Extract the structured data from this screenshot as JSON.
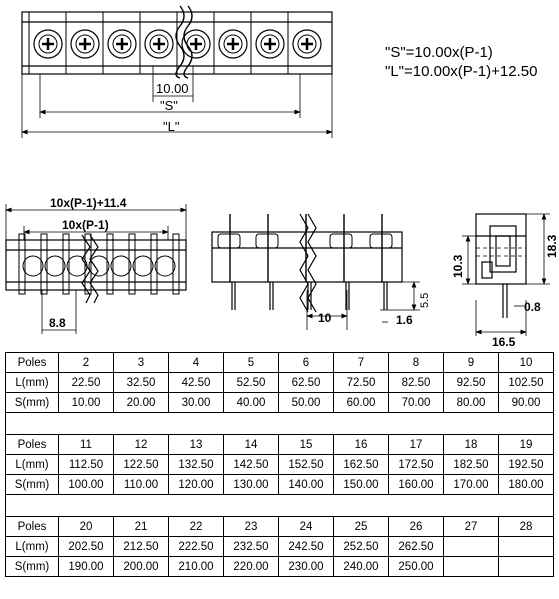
{
  "formulas": {
    "s": "\"S\"=10.00x(P-1)",
    "l": "\"L\"=10.00x(P-1)+12.50"
  },
  "top_view": {
    "pitch": "10.00",
    "s_label": "\"S\"",
    "l_label": "\"L\""
  },
  "front_view": {
    "overall": "10x(P-1)+11.4",
    "span": "10x(P-1)",
    "width": "8.8"
  },
  "side_view": {
    "pitch": "10",
    "pin_len": "5.5",
    "pin_w": "1.6"
  },
  "end_view": {
    "h1": "10.3",
    "h2": "18.3",
    "t": "0.8",
    "w": "16.5"
  },
  "table": {
    "row_labels": [
      "Poles",
      "L(mm)",
      "S(mm)"
    ],
    "blocks": [
      {
        "poles": [
          "2",
          "3",
          "4",
          "5",
          "6",
          "7",
          "8",
          "9",
          "10"
        ],
        "l": [
          "22.50",
          "32.50",
          "42.50",
          "52.50",
          "62.50",
          "72.50",
          "82.50",
          "92.50",
          "102.50"
        ],
        "s": [
          "10.00",
          "20.00",
          "30.00",
          "40.00",
          "50.00",
          "60.00",
          "70.00",
          "80.00",
          "90.00"
        ]
      },
      {
        "poles": [
          "11",
          "12",
          "13",
          "14",
          "15",
          "16",
          "17",
          "18",
          "19"
        ],
        "l": [
          "112.50",
          "122.50",
          "132.50",
          "142.50",
          "152.50",
          "162.50",
          "172.50",
          "182.50",
          "192.50"
        ],
        "s": [
          "100.00",
          "110.00",
          "120.00",
          "130.00",
          "140.00",
          "150.00",
          "160.00",
          "170.00",
          "180.00"
        ]
      },
      {
        "poles": [
          "20",
          "21",
          "22",
          "23",
          "24",
          "25",
          "26",
          "27",
          "28"
        ],
        "l": [
          "202.50",
          "212.50",
          "222.50",
          "232.50",
          "242.50",
          "252.50",
          "262.50",
          "",
          ""
        ],
        "s": [
          "190.00",
          "200.00",
          "210.00",
          "220.00",
          "230.00",
          "240.00",
          "250.00",
          "",
          ""
        ]
      }
    ]
  }
}
